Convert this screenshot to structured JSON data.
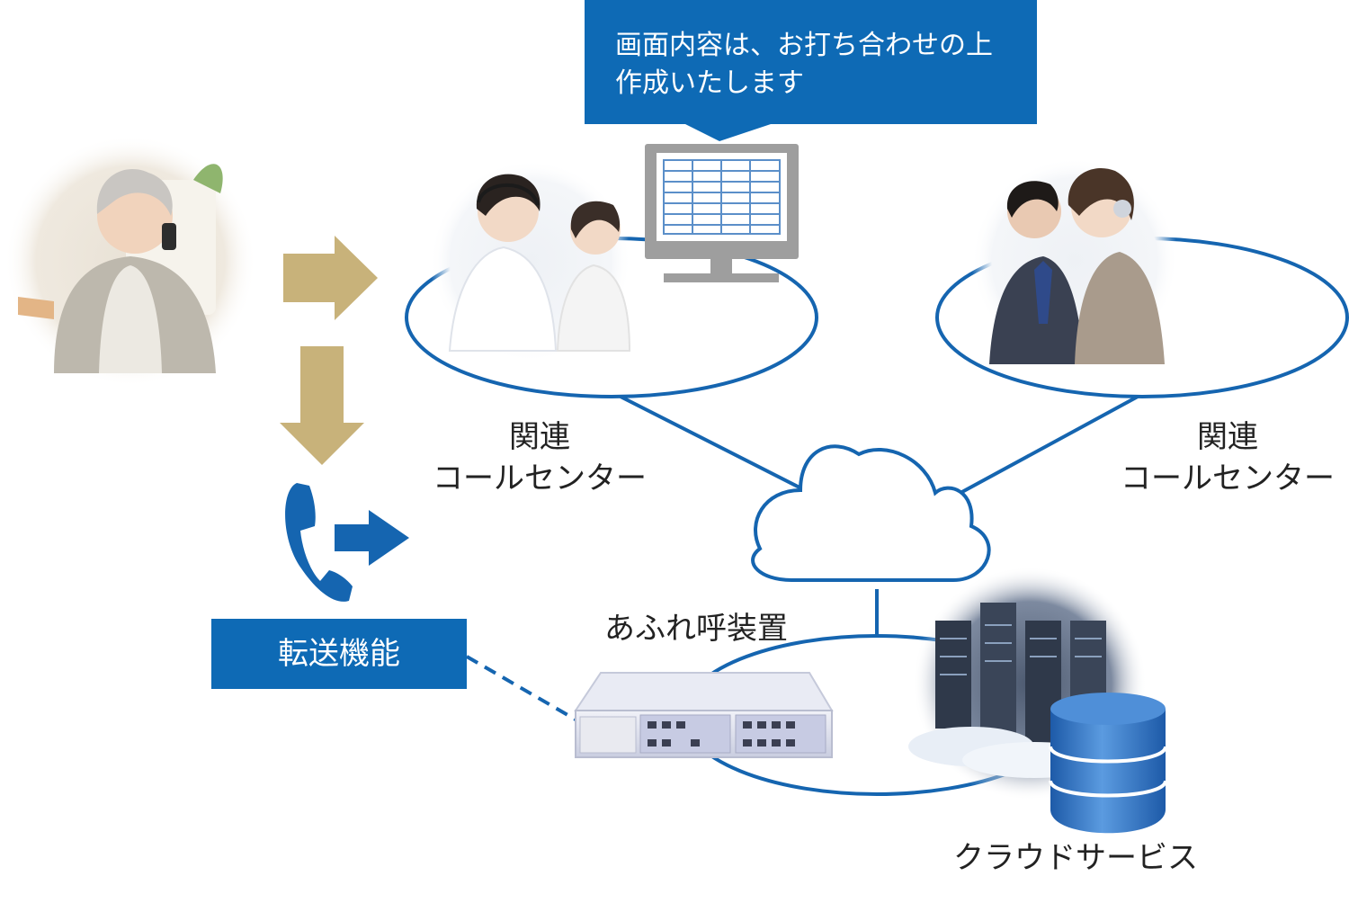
{
  "callout": {
    "line1": "画面内容は、お打ち合わせの上",
    "line2": "作成いたします"
  },
  "center_left": {
    "line1": "関連",
    "line2": "コールセンター"
  },
  "center_right": {
    "line1": "関連",
    "line2": "コールセンター"
  },
  "overflow_device_label": "あふれ呼装置",
  "transfer_label": "転送機能",
  "cloud_service_label": "クラウドサービス",
  "colors": {
    "brand_blue": "#0e6ab5",
    "arrow_gold": "#c8b27a",
    "line_blue": "#1565b0",
    "monitor_gray": "#9e9e9e"
  },
  "icons": [
    "phone-handset-icon",
    "monitor-icon",
    "cloud-icon",
    "database-icon",
    "server-device-icon"
  ]
}
